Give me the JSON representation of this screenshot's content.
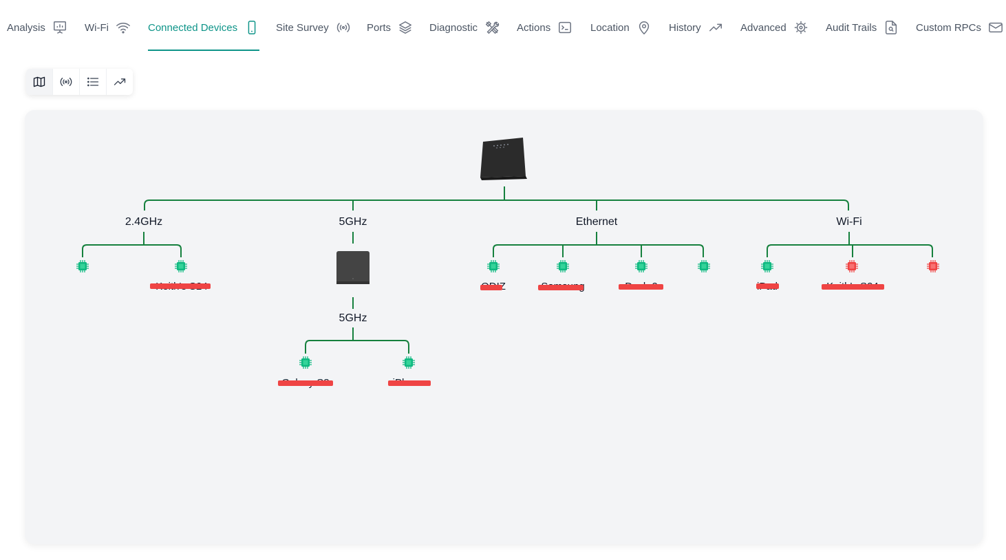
{
  "tabs": [
    {
      "label": "Analysis",
      "icon": "presentation-chart-icon",
      "active": false
    },
    {
      "label": "Wi-Fi",
      "icon": "wifi-icon",
      "active": false
    },
    {
      "label": "Connected Devices",
      "icon": "smartphone-icon",
      "active": true
    },
    {
      "label": "Site Survey",
      "icon": "broadcast-icon",
      "active": false
    },
    {
      "label": "Ports",
      "icon": "layers-icon",
      "active": false
    },
    {
      "label": "Diagnostic",
      "icon": "tools-icon",
      "active": false
    },
    {
      "label": "Actions",
      "icon": "terminal-icon",
      "active": false
    },
    {
      "label": "Location",
      "icon": "map-pin-icon",
      "active": false
    },
    {
      "label": "History",
      "icon": "trending-up-icon",
      "active": false
    },
    {
      "label": "Advanced",
      "icon": "gear-icon",
      "active": false
    },
    {
      "label": "Audit Trails",
      "icon": "file-search-icon",
      "active": false
    },
    {
      "label": "Custom RPCs",
      "icon": "mail-icon",
      "active": false
    }
  ],
  "view_toggle": [
    {
      "icon": "map-icon",
      "active": true
    },
    {
      "icon": "broadcast-icon",
      "active": false
    },
    {
      "icon": "list-icon",
      "active": false
    },
    {
      "icon": "trending-up-icon",
      "active": false
    }
  ],
  "topology": {
    "root_icon": "router-icon",
    "branches": [
      {
        "label": "2.4GHz",
        "devices": [
          {
            "name": "",
            "status": "online"
          },
          {
            "name": "Keith's S24",
            "status": "online",
            "redacted": true
          }
        ]
      },
      {
        "label": "5GHz",
        "extender_icon": "mesh-extender-icon",
        "sub_label": "5GHz",
        "devices": [
          {
            "name": "Galaxy S8",
            "status": "online",
            "redacted": true
          },
          {
            "name": "iPhone",
            "status": "online",
            "redacted": true
          }
        ]
      },
      {
        "label": "Ethernet",
        "devices": [
          {
            "name": "ODIZ",
            "status": "online",
            "redacted": true
          },
          {
            "name": "Samsung",
            "status": "online",
            "redacted": true
          },
          {
            "name": "Desk-2",
            "status": "online",
            "redacted": true
          },
          {
            "name": "",
            "status": "online"
          }
        ]
      },
      {
        "label": "Wi-Fi",
        "devices": [
          {
            "name": "iPad",
            "status": "online",
            "redacted": true
          },
          {
            "name": "Keith's S24",
            "status": "offline",
            "redacted": true
          },
          {
            "name": "",
            "status": "offline"
          }
        ]
      }
    ]
  },
  "colors": {
    "accent": "#0d9488",
    "line": "#15803d",
    "online": "#10b981",
    "offline": "#ef4444",
    "redaction": "#ef4444"
  }
}
